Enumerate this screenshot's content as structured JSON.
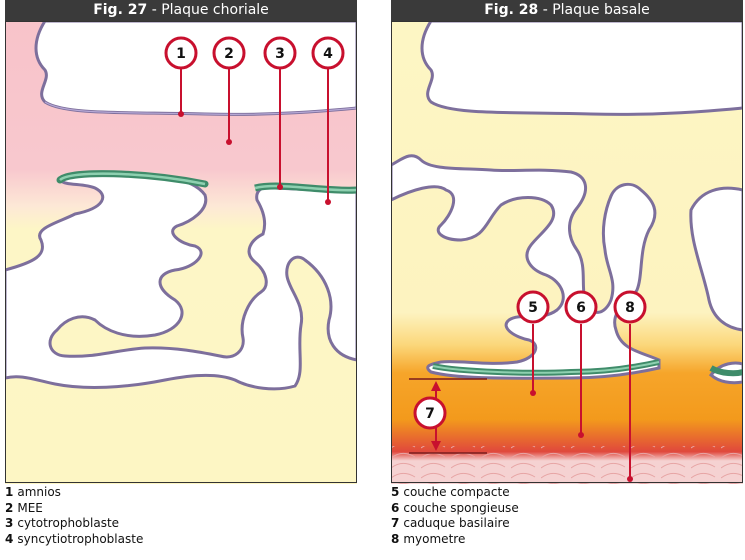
{
  "figures": [
    {
      "number": "Fig. 27",
      "title": " - Plaque choriale"
    },
    {
      "number": "Fig. 28",
      "title": " - Plaque basale"
    }
  ],
  "markers": [
    "1",
    "2",
    "3",
    "4",
    "5",
    "6",
    "7",
    "8"
  ],
  "legend_left": [
    {
      "num": "1",
      "text": "amnios"
    },
    {
      "num": "2",
      "text": "MEE"
    },
    {
      "num": "3",
      "text": "cytotrophoblaste"
    },
    {
      "num": "4",
      "text": "syncytiotrophoblaste"
    }
  ],
  "legend_right": [
    {
      "num": "5",
      "text": "couche compacte"
    },
    {
      "num": "6",
      "text": "couche spongieuse"
    },
    {
      "num": "7",
      "text": "caduque basilaire"
    },
    {
      "num": "8",
      "text": "myometre"
    }
  ],
  "colors": {
    "title_bar": "#3a3a3a",
    "pink_zone": "#f9c9cf",
    "yellow_zone": "#fdf6c4",
    "villus_outline": "#7d6f9c",
    "trophoblast_green": "#5aa585",
    "orange_layer": "#f39a1c",
    "deep_red": "#d8343f",
    "marker_ring": "#c8102e",
    "myometrium": "#f5d2d2"
  }
}
